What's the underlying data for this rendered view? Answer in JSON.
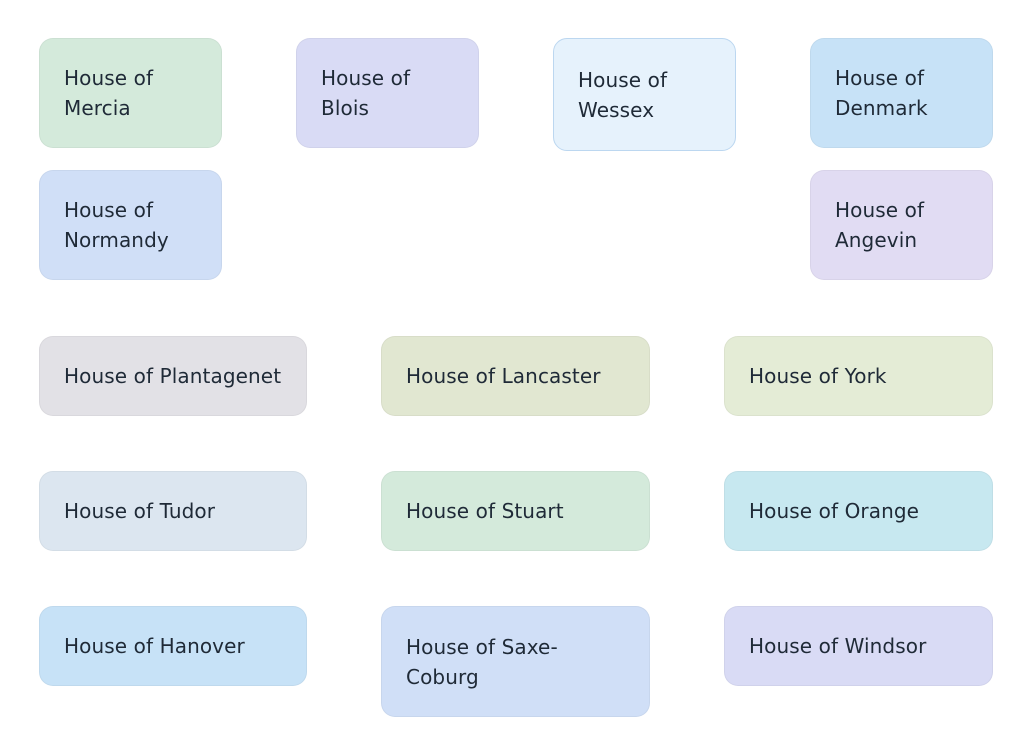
{
  "cards": [
    {
      "label": "House of Mercia",
      "color": "#d4eadb"
    },
    {
      "label": "House of Blois",
      "color": "#d9dbf5"
    },
    {
      "label": "House of Wessex",
      "color": "#e6f2fc"
    },
    {
      "label": "House of Denmark",
      "color": "#c7e2f7"
    },
    {
      "label": "House of Normandy",
      "color": "#d0dff7"
    },
    {
      "label": "House of Angevin",
      "color": "#e1dcf3"
    },
    {
      "label": "House of Plantagenet",
      "color": "#e2e1e6"
    },
    {
      "label": "House of Lancaster",
      "color": "#e1e7d1"
    },
    {
      "label": "House of York",
      "color": "#e4ecd6"
    },
    {
      "label": "House of Tudor",
      "color": "#dce6f0"
    },
    {
      "label": "House of Stuart",
      "color": "#d4eadb"
    },
    {
      "label": "House of Orange",
      "color": "#c7e8f0"
    },
    {
      "label": "House of Hanover",
      "color": "#c7e2f7"
    },
    {
      "label": "House of Saxe-Coburg",
      "color": "#d0dff7"
    },
    {
      "label": "House of Windsor",
      "color": "#d9dbf5"
    }
  ]
}
